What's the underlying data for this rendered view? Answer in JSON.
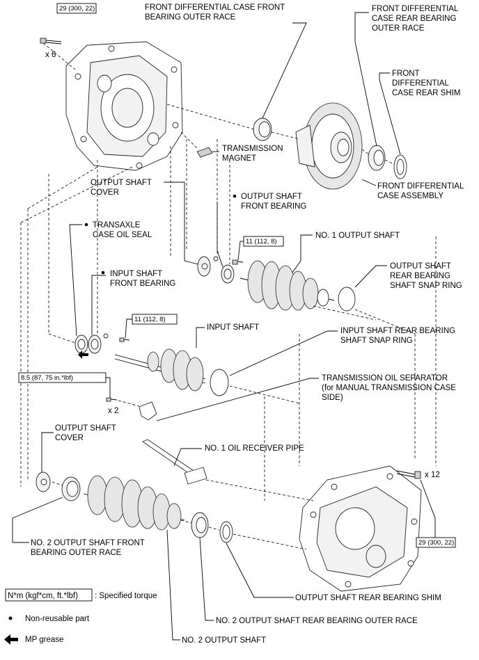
{
  "torques": {
    "case_bolt_top": "29 (300, 22)",
    "case_bolt_top_qty": "x 6",
    "output_bearing_bolt": "11 (112, 8)",
    "input_bearing_bolt": "11 (112, 8)",
    "separator_bolt": "8.5 (87, 75 in.*lbf)",
    "separator_bolt_qty": "x 2",
    "case_bolt_bottom": "29 (300, 22)",
    "case_bolt_bottom_qty": "x 12"
  },
  "labels": {
    "front_diff_front_race_1": "FRONT DIFFERENTIAL CASE FRONT",
    "front_diff_front_race_2": "BEARING OUTER RACE",
    "front_diff_rear_race_1": "FRONT DIFFERENTIAL",
    "front_diff_rear_race_2": "CASE REAR BEARING",
    "front_diff_rear_race_3": "OUTER RACE",
    "front_diff_rear_shim_1": "FRONT",
    "front_diff_rear_shim_2": "DIFFERENTIAL",
    "front_diff_rear_shim_3": "CASE REAR SHIM",
    "transmission_magnet_1": "TRANSMISSION",
    "transmission_magnet_2": "MAGNET",
    "front_diff_assembly_1": "FRONT DIFFERENTIAL",
    "front_diff_assembly_2": "CASE ASSEMBLY",
    "output_shaft_cover_top_1": "OUTPUT SHAFT",
    "output_shaft_cover_top_2": "COVER",
    "output_shaft_front_bearing_1": "OUTPUT SHAFT",
    "output_shaft_front_bearing_2": "FRONT BEARING",
    "transaxle_oil_seal_1": "TRANSAXLE",
    "transaxle_oil_seal_2": "CASE OIL SEAL",
    "no1_output_shaft": "NO. 1 OUTPUT SHAFT",
    "output_rear_snap_1": "OUTPUT SHAFT",
    "output_rear_snap_2": "REAR BEARING",
    "output_rear_snap_3": "SHAFT SNAP RING",
    "input_front_bearing_1": "INPUT SHAFT",
    "input_front_bearing_2": "FRONT BEARING",
    "input_shaft": "INPUT SHAFT",
    "input_rear_snap_1": "INPUT SHAFT REAR BEARING",
    "input_rear_snap_2": "SHAFT SNAP RING",
    "oil_separator_1": "TRANSMISSION OIL SEPARATOR",
    "oil_separator_2": "(for MANUAL TRANSMISSION CASE",
    "oil_separator_3": "SIDE)",
    "output_shaft_cover_bottom_1": "OUTPUT SHAFT",
    "output_shaft_cover_bottom_2": "COVER",
    "no1_oil_receiver_pipe": "NO. 1 OIL RECEIVER PIPE",
    "no2_front_race_1": "NO. 2 OUTPUT SHAFT FRONT",
    "no2_front_race_2": "BEARING OUTER RACE",
    "output_rear_shim": "OUTPUT SHAFT REAR BEARING SHIM",
    "no2_rear_race": "NO. 2 OUTPUT SHAFT REAR BEARING OUTER RACE",
    "no2_output_shaft": "NO. 2 OUTPUT SHAFT"
  },
  "legend": {
    "torque_box": "N*m (kgf*cm, ft.*lbf)",
    "torque_desc": ": Specified torque",
    "non_reusable": "Non-reusable part",
    "mp_grease": "MP grease"
  },
  "icons": [
    "non-reusable-dot-icon",
    "mp-grease-arrow-icon"
  ]
}
